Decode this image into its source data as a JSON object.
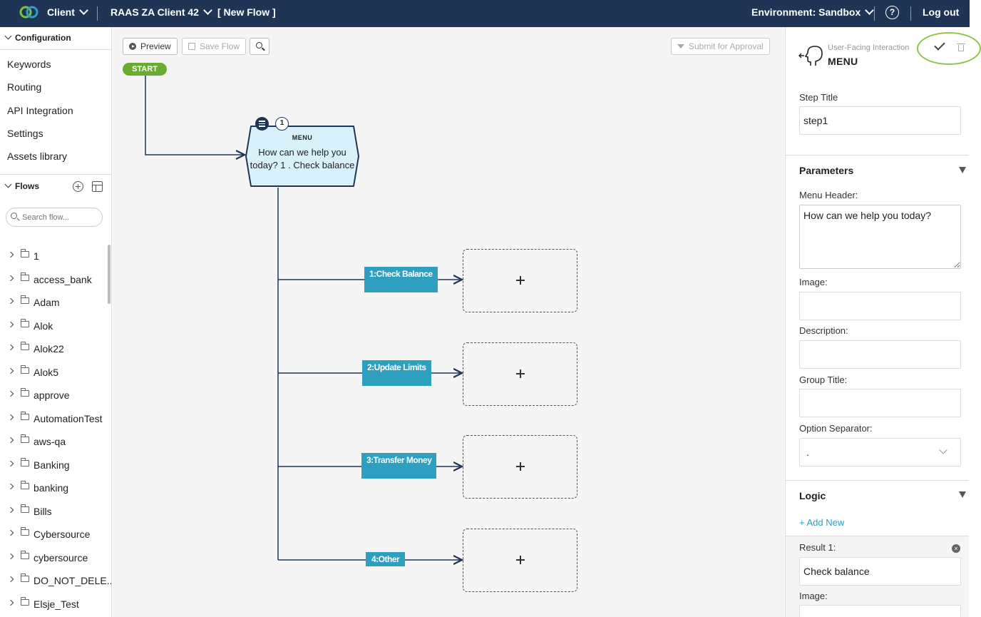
{
  "topbar": {
    "client_label": "Client",
    "project_label": "RAAS ZA Client 42",
    "flow_label": "[ New Flow ]",
    "environment_label": "Environment: Sandbox",
    "help_icon": "?",
    "logout_label": "Log out"
  },
  "sidebar": {
    "configuration_label": "Configuration",
    "config_items": [
      "Keywords",
      "Routing",
      "API Integration",
      "Settings",
      "Assets library"
    ],
    "flows_label": "Flows",
    "add_icon": "+",
    "search_placeholder": "Search flow...",
    "flows": [
      "1",
      "access_bank",
      "Adam",
      "Alok",
      "Alok22",
      "Alok5",
      "approve",
      "AutomationTest",
      "aws-qa",
      "Banking",
      "banking",
      "Bills",
      "Cybersource",
      "cybersource",
      "DO_NOT_DELE...",
      "Elsje_Test"
    ]
  },
  "toolbar": {
    "preview_label": "Preview",
    "save_label": "Save Flow",
    "submit_label": "Submit for Approval"
  },
  "canvas": {
    "start_label": "START",
    "menu_node": {
      "badge_number": "1",
      "type": "MENU",
      "text": "How can we help you today? 1 . Check balance"
    },
    "options": [
      "1:Check Balance",
      "2:Update Limits",
      "3:Transfer Money",
      "4:Other"
    ]
  },
  "panel": {
    "subtitle": "User-Facing Interaction",
    "title": "MENU",
    "step_title_label": "Step Title",
    "step_title_value": "step1",
    "parameters_label": "Parameters",
    "menu_header_label": "Menu Header:",
    "menu_header_value": "How can we help you today?",
    "image_label": "Image:",
    "description_label": "Description:",
    "group_title_label": "Group Title:",
    "option_separator_label": "Option Separator:",
    "option_separator_value": ".",
    "logic_label": "Logic",
    "add_new_label": "+ Add New",
    "result_label": "Result 1:",
    "result_value": "Check balance",
    "result_image_label": "Image:",
    "remove_icon": "×"
  },
  "colors": {
    "topbar": "#203556",
    "start": "#6cab33",
    "option": "#2e9fbf",
    "node_fill": "#d8f1fb",
    "highlight_ring": "#8fc44a"
  }
}
